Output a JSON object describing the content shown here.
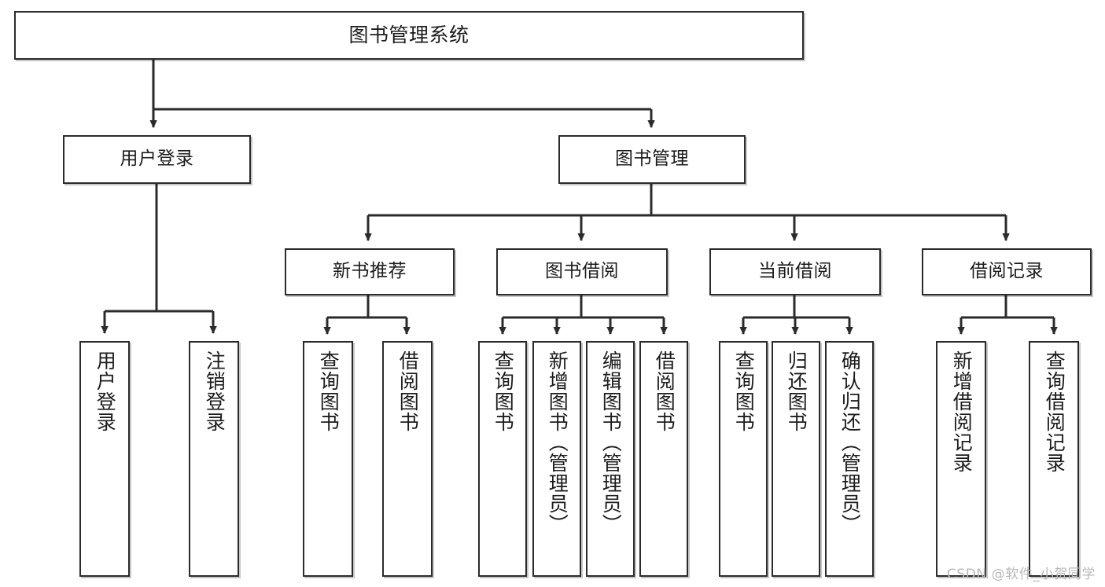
{
  "diagram": {
    "title": "图书管理系统",
    "type": "tree",
    "watermark": "CSDN @软件_小贺同学",
    "colors": {
      "box_border": "#2b2b2b",
      "box_fill": "#ffffff",
      "edge": "#2b2b2b",
      "text": "#1c1c1c",
      "watermark": "#b8b8b8",
      "background": "#ffffff"
    },
    "nodes": {
      "root": {
        "label": "图书管理系统",
        "level": 1,
        "orientation": "horizontal"
      },
      "user_login": {
        "label": "用户登录",
        "level": 2,
        "orientation": "horizontal"
      },
      "book_manage": {
        "label": "图书管理",
        "level": 2,
        "orientation": "horizontal"
      },
      "new_book_rec": {
        "label": "新书推荐",
        "level": 3,
        "orientation": "horizontal"
      },
      "book_borrow": {
        "label": "图书借阅",
        "level": 3,
        "orientation": "horizontal"
      },
      "current_borrow": {
        "label": "当前借阅",
        "level": 3,
        "orientation": "horizontal"
      },
      "borrow_record": {
        "label": "借阅记录",
        "level": 3,
        "orientation": "horizontal"
      },
      "leaf_user_login": {
        "label": "用户登录",
        "level": 4,
        "orientation": "vertical"
      },
      "leaf_logout": {
        "label": "注销登录",
        "level": 4,
        "orientation": "vertical"
      },
      "leaf_query_book_1": {
        "label": "查询图书",
        "level": 4,
        "orientation": "vertical"
      },
      "leaf_borrow_book_1": {
        "label": "借阅图书",
        "level": 4,
        "orientation": "vertical"
      },
      "leaf_query_book_2": {
        "label": "查询图书",
        "level": 4,
        "orientation": "vertical"
      },
      "leaf_add_book": {
        "label": "新增图书（管理员）",
        "level": 4,
        "orientation": "vertical"
      },
      "leaf_edit_book": {
        "label": "编辑图书（管理员）",
        "level": 4,
        "orientation": "vertical"
      },
      "leaf_borrow_book_2": {
        "label": "借阅图书",
        "level": 4,
        "orientation": "vertical"
      },
      "leaf_query_book_3": {
        "label": "查询图书",
        "level": 4,
        "orientation": "vertical"
      },
      "leaf_return_book": {
        "label": "归还图书",
        "level": 4,
        "orientation": "vertical"
      },
      "leaf_confirm_return": {
        "label": "确认归还（管理员）",
        "level": 4,
        "orientation": "vertical"
      },
      "leaf_add_record": {
        "label": "新增借阅记录",
        "level": 4,
        "orientation": "vertical"
      },
      "leaf_query_record": {
        "label": "查询借阅记录",
        "level": 4,
        "orientation": "vertical"
      }
    },
    "edges": [
      {
        "from": "root",
        "to": "user_login"
      },
      {
        "from": "root",
        "to": "book_manage"
      },
      {
        "from": "user_login",
        "to": "leaf_user_login"
      },
      {
        "from": "user_login",
        "to": "leaf_logout"
      },
      {
        "from": "book_manage",
        "to": "new_book_rec"
      },
      {
        "from": "book_manage",
        "to": "book_borrow"
      },
      {
        "from": "book_manage",
        "to": "current_borrow"
      },
      {
        "from": "book_manage",
        "to": "borrow_record"
      },
      {
        "from": "new_book_rec",
        "to": "leaf_query_book_1"
      },
      {
        "from": "new_book_rec",
        "to": "leaf_borrow_book_1"
      },
      {
        "from": "book_borrow",
        "to": "leaf_query_book_2"
      },
      {
        "from": "book_borrow",
        "to": "leaf_add_book"
      },
      {
        "from": "book_borrow",
        "to": "leaf_edit_book"
      },
      {
        "from": "book_borrow",
        "to": "leaf_borrow_book_2"
      },
      {
        "from": "current_borrow",
        "to": "leaf_query_book_3"
      },
      {
        "from": "current_borrow",
        "to": "leaf_return_book"
      },
      {
        "from": "current_borrow",
        "to": "leaf_confirm_return"
      },
      {
        "from": "borrow_record",
        "to": "leaf_add_record"
      },
      {
        "from": "borrow_record",
        "to": "leaf_query_record"
      }
    ]
  }
}
